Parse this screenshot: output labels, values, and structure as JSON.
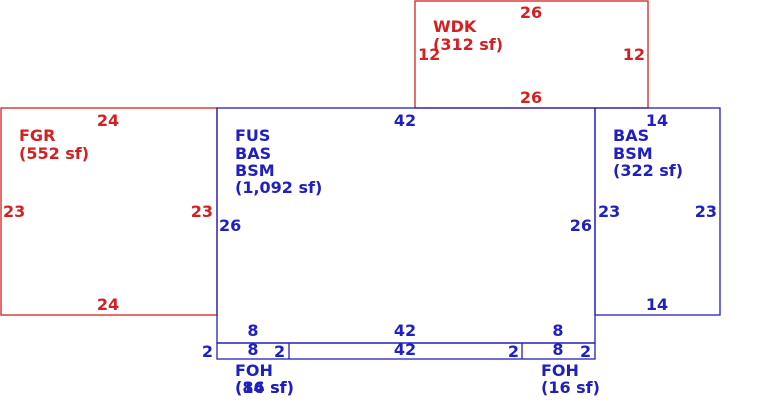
{
  "colors": {
    "red": "#d42020",
    "blue": "#2020c0"
  },
  "areas": {
    "wdk": {
      "line1": "WDK",
      "line2": "(312 sf)",
      "top": "26",
      "bottom": "26",
      "left": "12",
      "right": "12"
    },
    "fgr": {
      "line1": "FGR",
      "line2": "(552 sf)",
      "top": "24",
      "bottom": "24",
      "left": "23",
      "right": "23"
    },
    "main": {
      "line1": "FUS",
      "line2": "BAS",
      "line3": "BSM",
      "line4": "(1,092 sf)",
      "top": "42",
      "left": "26",
      "right": "26"
    },
    "east": {
      "line1": "BAS",
      "line2": "BSM",
      "line3": "(322 sf)",
      "top": "14",
      "bottom": "14",
      "left": "23",
      "right": "23"
    },
    "foh_strip": {
      "top": "42",
      "bottom": "42",
      "left_end": "2",
      "right_end": "2",
      "inner_left": "2",
      "inner_right": "2"
    },
    "foh_west": {
      "top": "8",
      "bottom": "8",
      "line1": "FOH",
      "line2a": "(16 sf)",
      "line2b": "(84 sf)"
    },
    "foh_east": {
      "top": "8",
      "bottom": "8",
      "line1": "FOH",
      "line2": "(16 sf)"
    }
  }
}
